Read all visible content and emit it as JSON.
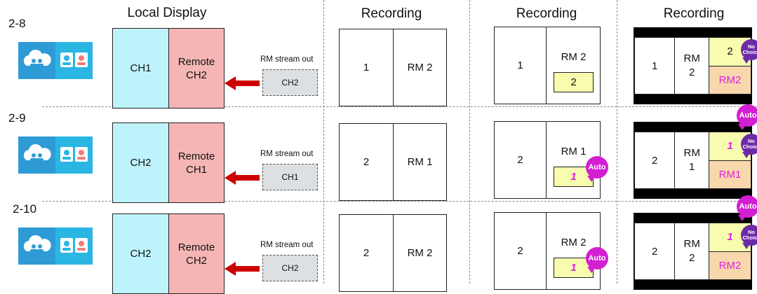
{
  "headers": {
    "local_display": "Local Display",
    "rec1": "Recording",
    "rec2": "Recording",
    "rec3": "Recording"
  },
  "colors": {
    "local_channel": "#bff3fb",
    "remote_channel": "#f5b5b5",
    "stream_box": "#dde0e3",
    "arrow": "#cc0000",
    "pip_box": "#f7fcae",
    "rm_box": "#f9d7ad",
    "auto_bubble": "#d21fd2",
    "no_choice_bubble": "#6d2aa8",
    "letterbox": "#000000"
  },
  "rows": [
    {
      "label": "2-8",
      "local": "CH1",
      "remote_line1": "Remote",
      "remote_line2": "CH2",
      "stream_label": "RM stream out",
      "stream_channel": "CH2",
      "rec1": {
        "left": "1",
        "right": "RM 2"
      },
      "rec2": {
        "left": "1",
        "top": "RM 2",
        "pip": "2",
        "bubble": ""
      },
      "rec3": {
        "left": "1",
        "mid_line1": "RM",
        "mid_line2": "2",
        "top": "2",
        "bottom": "RM2",
        "bubble_top": "",
        "bubble_side": "No Choice"
      }
    },
    {
      "label": "2-9",
      "local": "CH2",
      "remote_line1": "Remote",
      "remote_line2": "CH1",
      "stream_label": "RM stream out",
      "stream_channel": "CH1",
      "rec1": {
        "left": "2",
        "right": "RM 1"
      },
      "rec2": {
        "left": "2",
        "top": "RM 1",
        "pip": "1",
        "bubble": "Auto"
      },
      "rec3": {
        "left": "2",
        "mid_line1": "RM",
        "mid_line2": "1",
        "top": "1",
        "bottom": "RM1",
        "bubble_top": "Auto",
        "bubble_side": "No Choice"
      }
    },
    {
      "label": "2-10",
      "local": "CH2",
      "remote_line1": "Remote",
      "remote_line2": "CH2",
      "stream_label": "RM stream out",
      "stream_channel": "CH2",
      "rec1": {
        "left": "2",
        "right": "RM 2"
      },
      "rec2": {
        "left": "2",
        "top": "RM 2",
        "pip": "1",
        "bubble": "Auto"
      },
      "rec3": {
        "left": "2",
        "mid_line1": "RM",
        "mid_line2": "2",
        "top": "1",
        "bottom": "RM2",
        "bubble_top": "Auto",
        "bubble_side": "No Choice"
      }
    }
  ]
}
